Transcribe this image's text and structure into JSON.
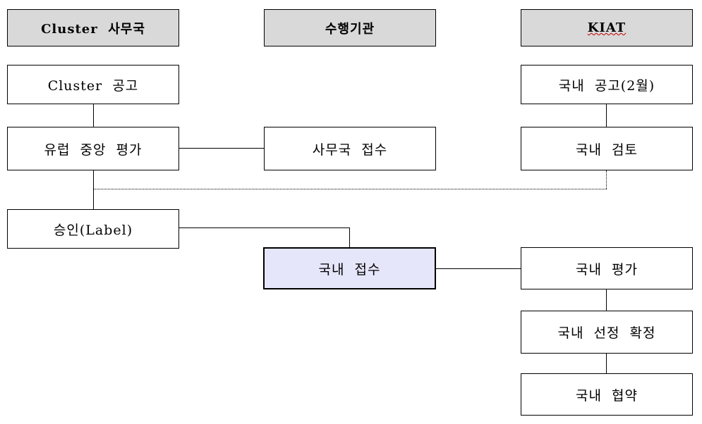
{
  "headers": {
    "cluster_office": "Cluster  사무국",
    "executing_agency": "수행기관",
    "kiat": "KIAT"
  },
  "cluster_column": {
    "announcement": "Cluster  공고",
    "eu_evaluation": "유럽  중앙  평가",
    "approval": "승인(Label)"
  },
  "agency_column": {
    "office_receipt": "사무국  접수",
    "domestic_receipt": "국내  접수"
  },
  "kiat_column": {
    "domestic_announcement": "국내  공고(2월)",
    "domestic_review": "국내  검토",
    "domestic_evaluation": "국내  평가",
    "domestic_selection": "국내  선정  확정",
    "domestic_agreement": "국내  협약"
  },
  "colors": {
    "header_fill": "#d9d9d9",
    "highlight_fill": "#e6e6fb",
    "line": "#000000"
  }
}
